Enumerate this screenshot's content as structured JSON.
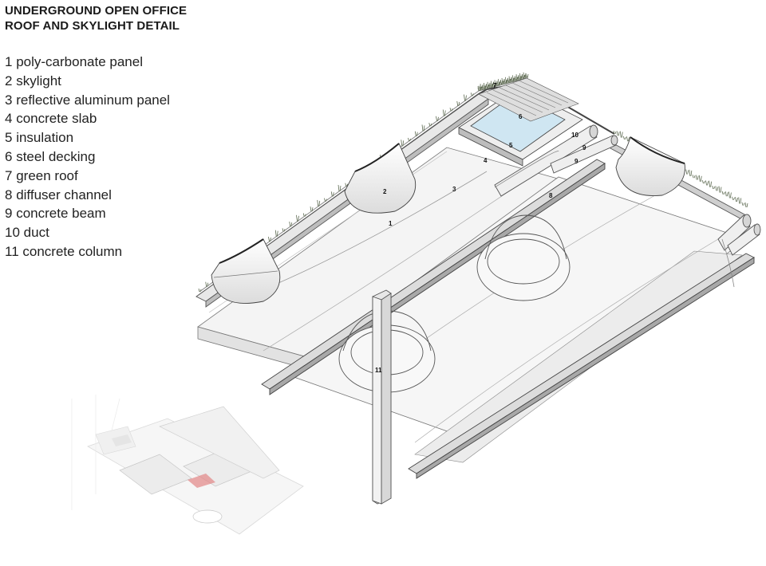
{
  "title": {
    "line1": "UNDERGROUND OPEN OFFICE",
    "line2": "ROOF AND SKYLIGHT DETAIL"
  },
  "legend": [
    {
      "num": "1",
      "label": "poly-carbonate panel"
    },
    {
      "num": "2",
      "label": "skylight"
    },
    {
      "num": "3",
      "label": "reflective aluminum panel"
    },
    {
      "num": "4",
      "label": "concrete slab"
    },
    {
      "num": "5",
      "label": "insulation"
    },
    {
      "num": "6",
      "label": "steel decking"
    },
    {
      "num": "7",
      "label": "green roof"
    },
    {
      "num": "8",
      "label": "diffuser channel"
    },
    {
      "num": "9",
      "label": "concrete beam"
    },
    {
      "num": "10",
      "label": "duct"
    },
    {
      "num": "11",
      "label": "concrete column"
    }
  ],
  "callouts": {
    "c1": "1",
    "c2": "2",
    "c3": "3",
    "c4": "4",
    "c5": "5",
    "c6": "6",
    "c7": "7",
    "c8": "8",
    "c9a": "9",
    "c9b": "9",
    "c10": "10",
    "c11": "11"
  },
  "colors": {
    "line": "#555555",
    "panel": "#f2f2f2",
    "insulation": "#cfe6f2",
    "grass": "#5e6b52",
    "accent": "#cc2222"
  }
}
